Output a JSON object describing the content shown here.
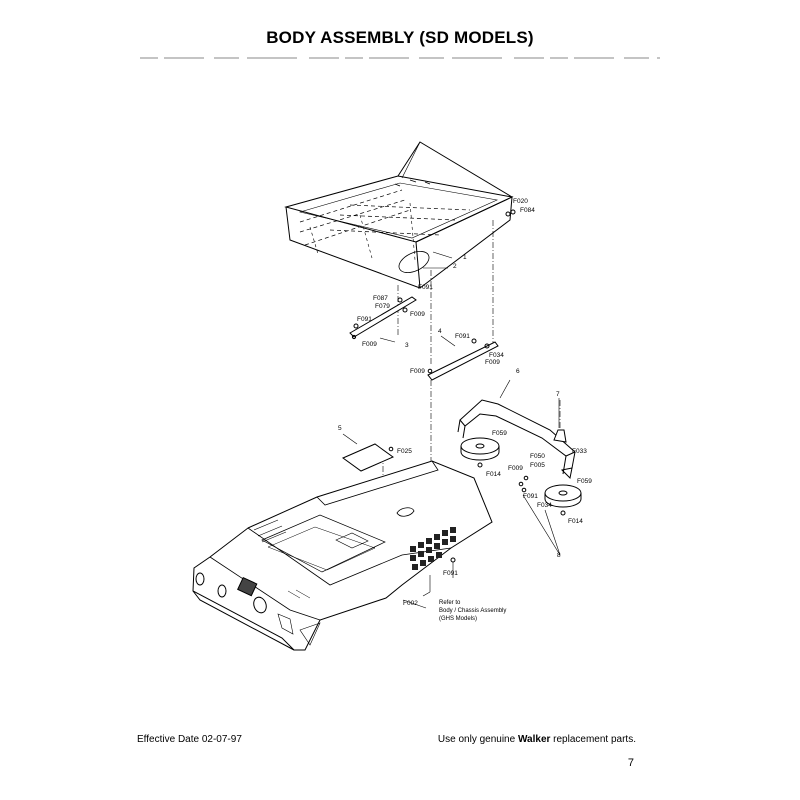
{
  "header": {
    "title": "BODY ASSEMBLY (SD MODELS)"
  },
  "callouts": {
    "c1": "1",
    "c2": "2",
    "c3": "3",
    "c4": "4",
    "c5": "5",
    "c6": "6",
    "c7": "7",
    "c8": "8",
    "f020": "F020",
    "f084": "F084",
    "f087": "F087",
    "f079": "F079",
    "f091_a": "F091",
    "f009_a": "F009",
    "f091_b": "F091",
    "f009_b": "F009",
    "f091_c": "F091",
    "f034_a": "F034",
    "f009_c": "F009",
    "f009_d": "F009",
    "f025": "F025",
    "f059_a": "F059",
    "f033": "F033",
    "f014_a": "F014",
    "f050": "F050",
    "f005": "F005",
    "f009_e": "F009",
    "f091_d": "F091",
    "f034_b": "F034",
    "f059_b": "F059",
    "f014_b": "F014",
    "f091_e": "F091",
    "f002": "F002"
  },
  "note": {
    "line1": "Refer to",
    "line2": "Body / Chassis Assembly",
    "line3": "(GHS Models)"
  },
  "footer": {
    "effective_date": "Effective Date 02-07-97",
    "replacement_prefix": "Use only genuine ",
    "brand": "Walker",
    "replacement_suffix": " replacement parts.",
    "page_number": "7"
  }
}
